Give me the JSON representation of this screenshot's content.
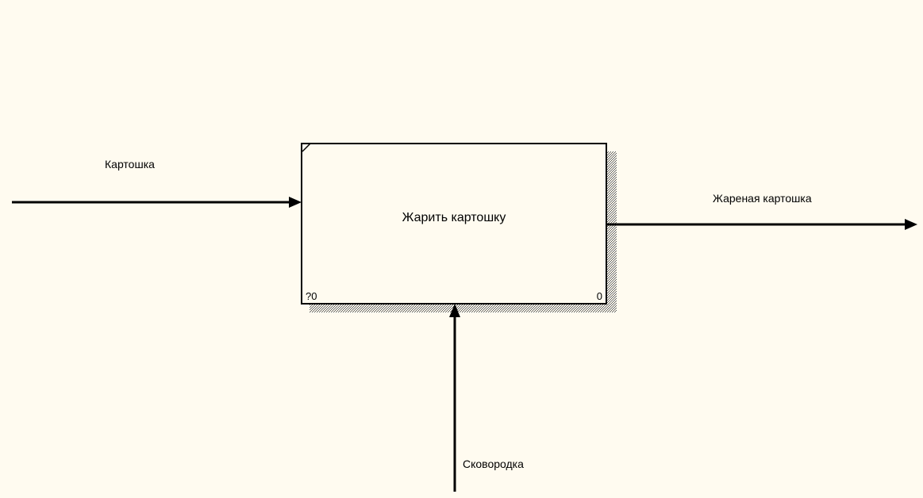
{
  "diagram": {
    "background": "#fffbf0",
    "line_color": "#000000",
    "box": {
      "title": "Жарить картошку",
      "node_number": "?0",
      "cost": "0"
    },
    "arrows": {
      "input": {
        "label": "Картошка"
      },
      "output": {
        "label": "Жареная картошка"
      },
      "mechanism": {
        "label": "Сковородка"
      }
    }
  }
}
